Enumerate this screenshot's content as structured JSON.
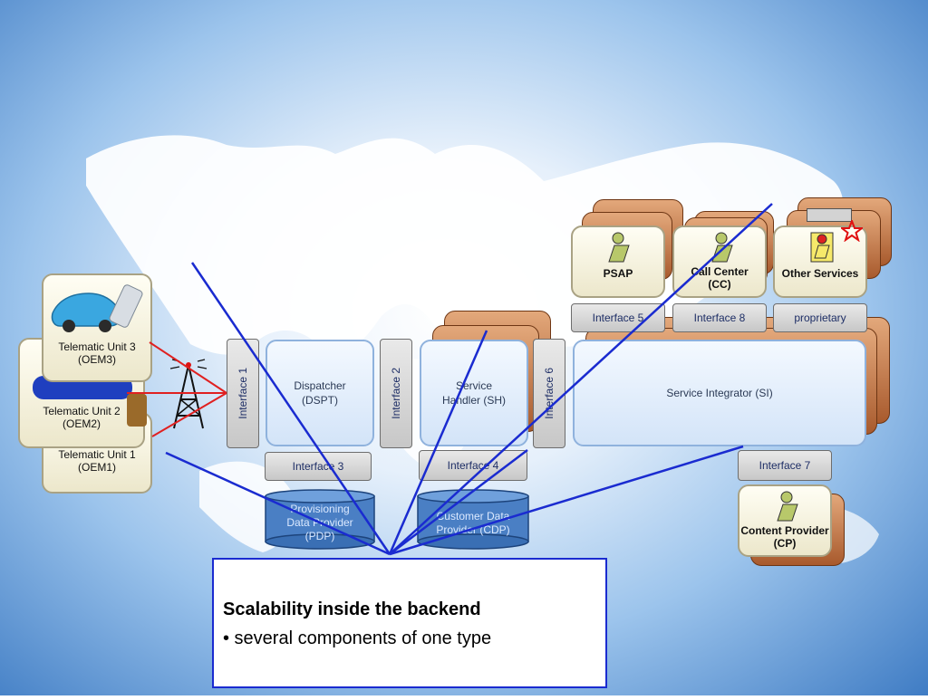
{
  "colors": {
    "brown_stack": "#b0653a",
    "interface_gray": "#d6d6d6",
    "line_blue": "#1a2bd0",
    "line_red": "#e02020",
    "callout_border": "#1a2bd0"
  },
  "telematic": {
    "unit3": {
      "line1": "Telematic Unit 3",
      "line2": "(OEM3)"
    },
    "unit2": {
      "line1": "Telematic Unit 2",
      "line2": "(OEM2)"
    },
    "unit1": {
      "line1": "Telematic Unit 1",
      "line2": "(OEM1)"
    }
  },
  "interfaces": {
    "i1": "Interface 1",
    "i2": "Interface 2",
    "i3": "Interface 3",
    "i4": "Interface 4",
    "i5": "Interface 5",
    "i6": "Interface 6",
    "i7": "Interface 7",
    "i8": "Interface 8",
    "prop": "proprietary"
  },
  "components": {
    "dispatcher": {
      "line1": "Dispatcher",
      "line2": "(DSPT)"
    },
    "service_handler": {
      "line1": "Service",
      "line2": "Handler (SH)"
    },
    "service_integrator": "Service Integrator (SI)",
    "pdp": {
      "line1": "Provisioning",
      "line2": "Data Provider",
      "line3": "(PDP)"
    },
    "cdp": {
      "line1": "Customer Data",
      "line2": "Provider (CDP)"
    },
    "psap": "PSAP",
    "call_center": {
      "line1": "Call Center",
      "line2": "(CC)"
    },
    "other_services": "Other Services",
    "content_provider": {
      "line1": "Content Provider",
      "line2": "(CP)"
    }
  },
  "callout": {
    "title": "Scalability inside the backend",
    "bullet": "• several components of one type"
  }
}
